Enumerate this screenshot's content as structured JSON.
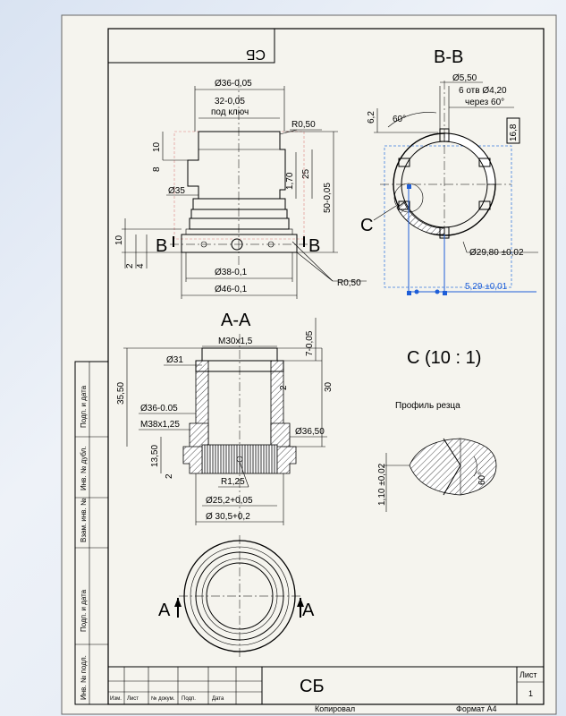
{
  "sheet": {
    "title_rotated": "СБ",
    "title_block_title": "СБ",
    "sheet_label": "Лист",
    "sheet_number": "1",
    "copied_label": "Копировал",
    "format_label": "Формат А4",
    "columns": [
      "Изм.",
      "Лист",
      "№ докум.",
      "Подп.",
      "Дата"
    ],
    "side_labels": [
      "Подп. и дата",
      "Инв. № дубл.",
      "Взам. инв. №",
      "Подп. и дата",
      "Инв. № подл."
    ]
  },
  "views": {
    "section_bb": {
      "label": "В-В",
      "dims": [
        "Ø5,50",
        "6 отв Ø4,20",
        "через 60°",
        "6,2",
        "60°",
        "16,8",
        "Ø29,80 ±0,02"
      ],
      "detail_marker": "С",
      "blue_dim": "5,29 ±0,01"
    },
    "front": {
      "dims": [
        "Ø36-0,05",
        "32-0,05",
        "под ключ",
        "R0,50",
        "10",
        "8",
        "1,70",
        "25",
        "50-0,05",
        "Ø35",
        "10",
        "2",
        "4",
        "Ø38-0,1",
        "Ø46-0,1",
        "R0,50"
      ],
      "section_marks": [
        "В",
        "В"
      ]
    },
    "section_aa": {
      "label": "А-А",
      "dims": [
        "М30х1,5",
        "Ø31",
        "7-0,05",
        "2",
        "30",
        "35,50",
        "Ø36-0.05",
        "М38х1,25",
        "Ø36,50",
        "13,50",
        "2",
        "R1,25",
        "Ø25,2+0,05",
        "Ø 30,5+0,2"
      ]
    },
    "detail_c": {
      "label": "С (10 : 1)",
      "caption": "Профиль резца",
      "dims": [
        "1,10 ±0,02",
        "60°"
      ]
    },
    "bottom": {
      "section_marks": [
        "А",
        "А"
      ]
    }
  }
}
